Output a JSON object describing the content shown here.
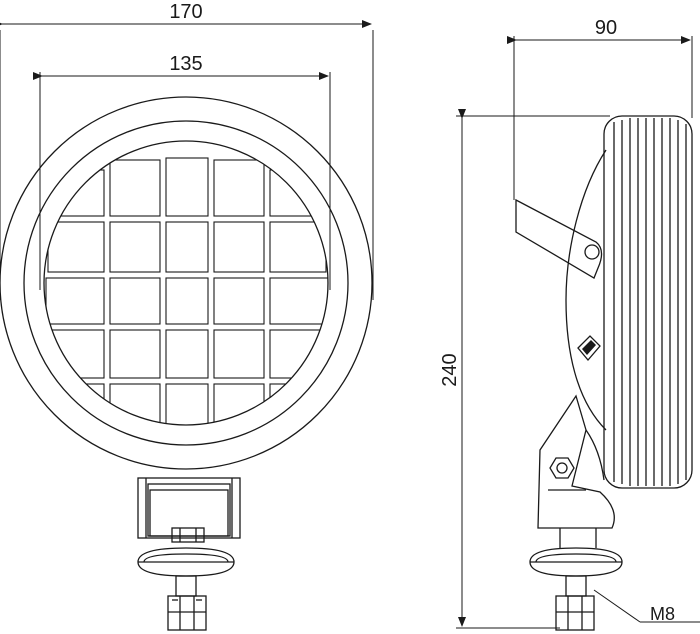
{
  "front_view": {
    "outer_width_label": "170",
    "inner_width_label": "135"
  },
  "side_view": {
    "depth_label": "90",
    "height_label": "240",
    "bolt_label": "M8"
  }
}
